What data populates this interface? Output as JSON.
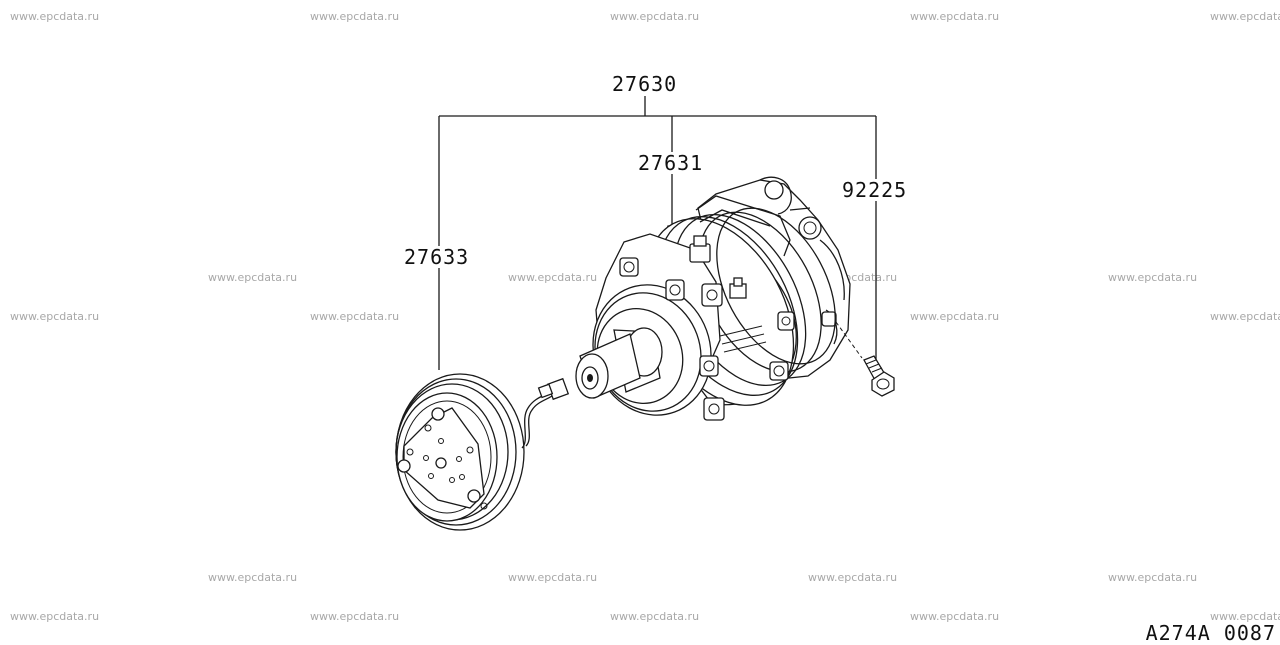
{
  "watermark": "www.epcdata.ru",
  "callouts": {
    "assembly": "27630",
    "compressor": "27631",
    "clutch": "27633",
    "bolt": "92225"
  },
  "diagram_code": "A274A 0087",
  "colors": {
    "line": "#1a1a1a",
    "watermark": "#a8a8a8",
    "background": "#ffffff"
  }
}
